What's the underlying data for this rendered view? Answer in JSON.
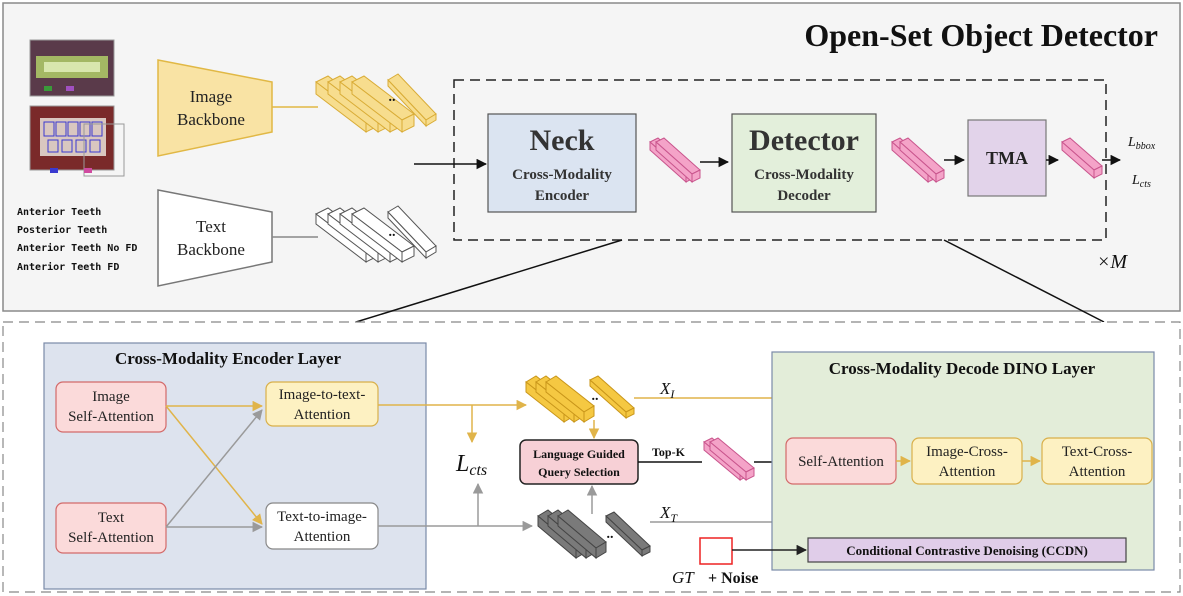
{
  "top_panel": {
    "title": "Open-Set Object Detector",
    "image_backbone_l1": "Image",
    "image_backbone_l2": "Backbone",
    "text_backbone_l1": "Text",
    "text_backbone_l2": "Backbone",
    "text_prompts": [
      "Anterior Teeth",
      "Posterior Teeth",
      "Anterior Teeth No FD",
      "Anterior Teeth FD"
    ],
    "dots": "..",
    "neck_title": "Neck",
    "neck_sub1": "Cross-Modality",
    "neck_sub2": "Encoder",
    "detector_title": "Detector",
    "detector_sub1": "Cross-Modality",
    "detector_sub2": "Decoder",
    "tma": "TMA",
    "loss_bbox_main": "L",
    "loss_bbox_sub": "bbox",
    "loss_cts_main": "L",
    "loss_cts_sub": "cts",
    "repeat": "×M"
  },
  "bottom_panel": {
    "encoder_layer_title": "Cross-Modality Encoder Layer",
    "image_self_attention_l1": "Image",
    "image_self_attention_l2": "Self-Attention",
    "text_self_attention_l1": "Text",
    "text_self_attention_l2": "Self-Attention",
    "image_to_text_l1": "Image-to-text-",
    "image_to_text_l2": "Attention",
    "text_to_image_l1": "Text-to-image-",
    "text_to_image_l2": "Attention",
    "loss_cts_main": "L",
    "loss_cts_sub": "cts",
    "lgqs_l1": "Language Guided",
    "lgqs_l2": "Query Selection",
    "topk": "Top-K",
    "x_i_main": "X",
    "x_i_sub": "I",
    "x_t_main": "X",
    "x_t_sub": "T",
    "decoder_layer_title": "Cross-Modality Decode DINO Layer",
    "self_attention": "Self-Attention",
    "image_cross_l1": "Image-Cross-",
    "image_cross_l2": "Attention",
    "text_cross_l1": "Text-Cross-",
    "text_cross_l2": "Attention",
    "ccdn": "Conditional Contrastive Denoising (CCDN)",
    "gt": "GT",
    "plus_noise": "+ Noise",
    "dots": ".."
  },
  "colors": {
    "image_feature": "#f5dc8a",
    "text_feature": "#ffffff",
    "query_feature": "#f4a3c8",
    "encoder_bg": "#dde3ee",
    "decoder_bg": "#e3edd9",
    "neck_fill": "#dbe4f1",
    "detector_fill": "#e3efdb",
    "tma_fill": "#e2d3ea",
    "ccdn_fill": "#e0cde9"
  }
}
